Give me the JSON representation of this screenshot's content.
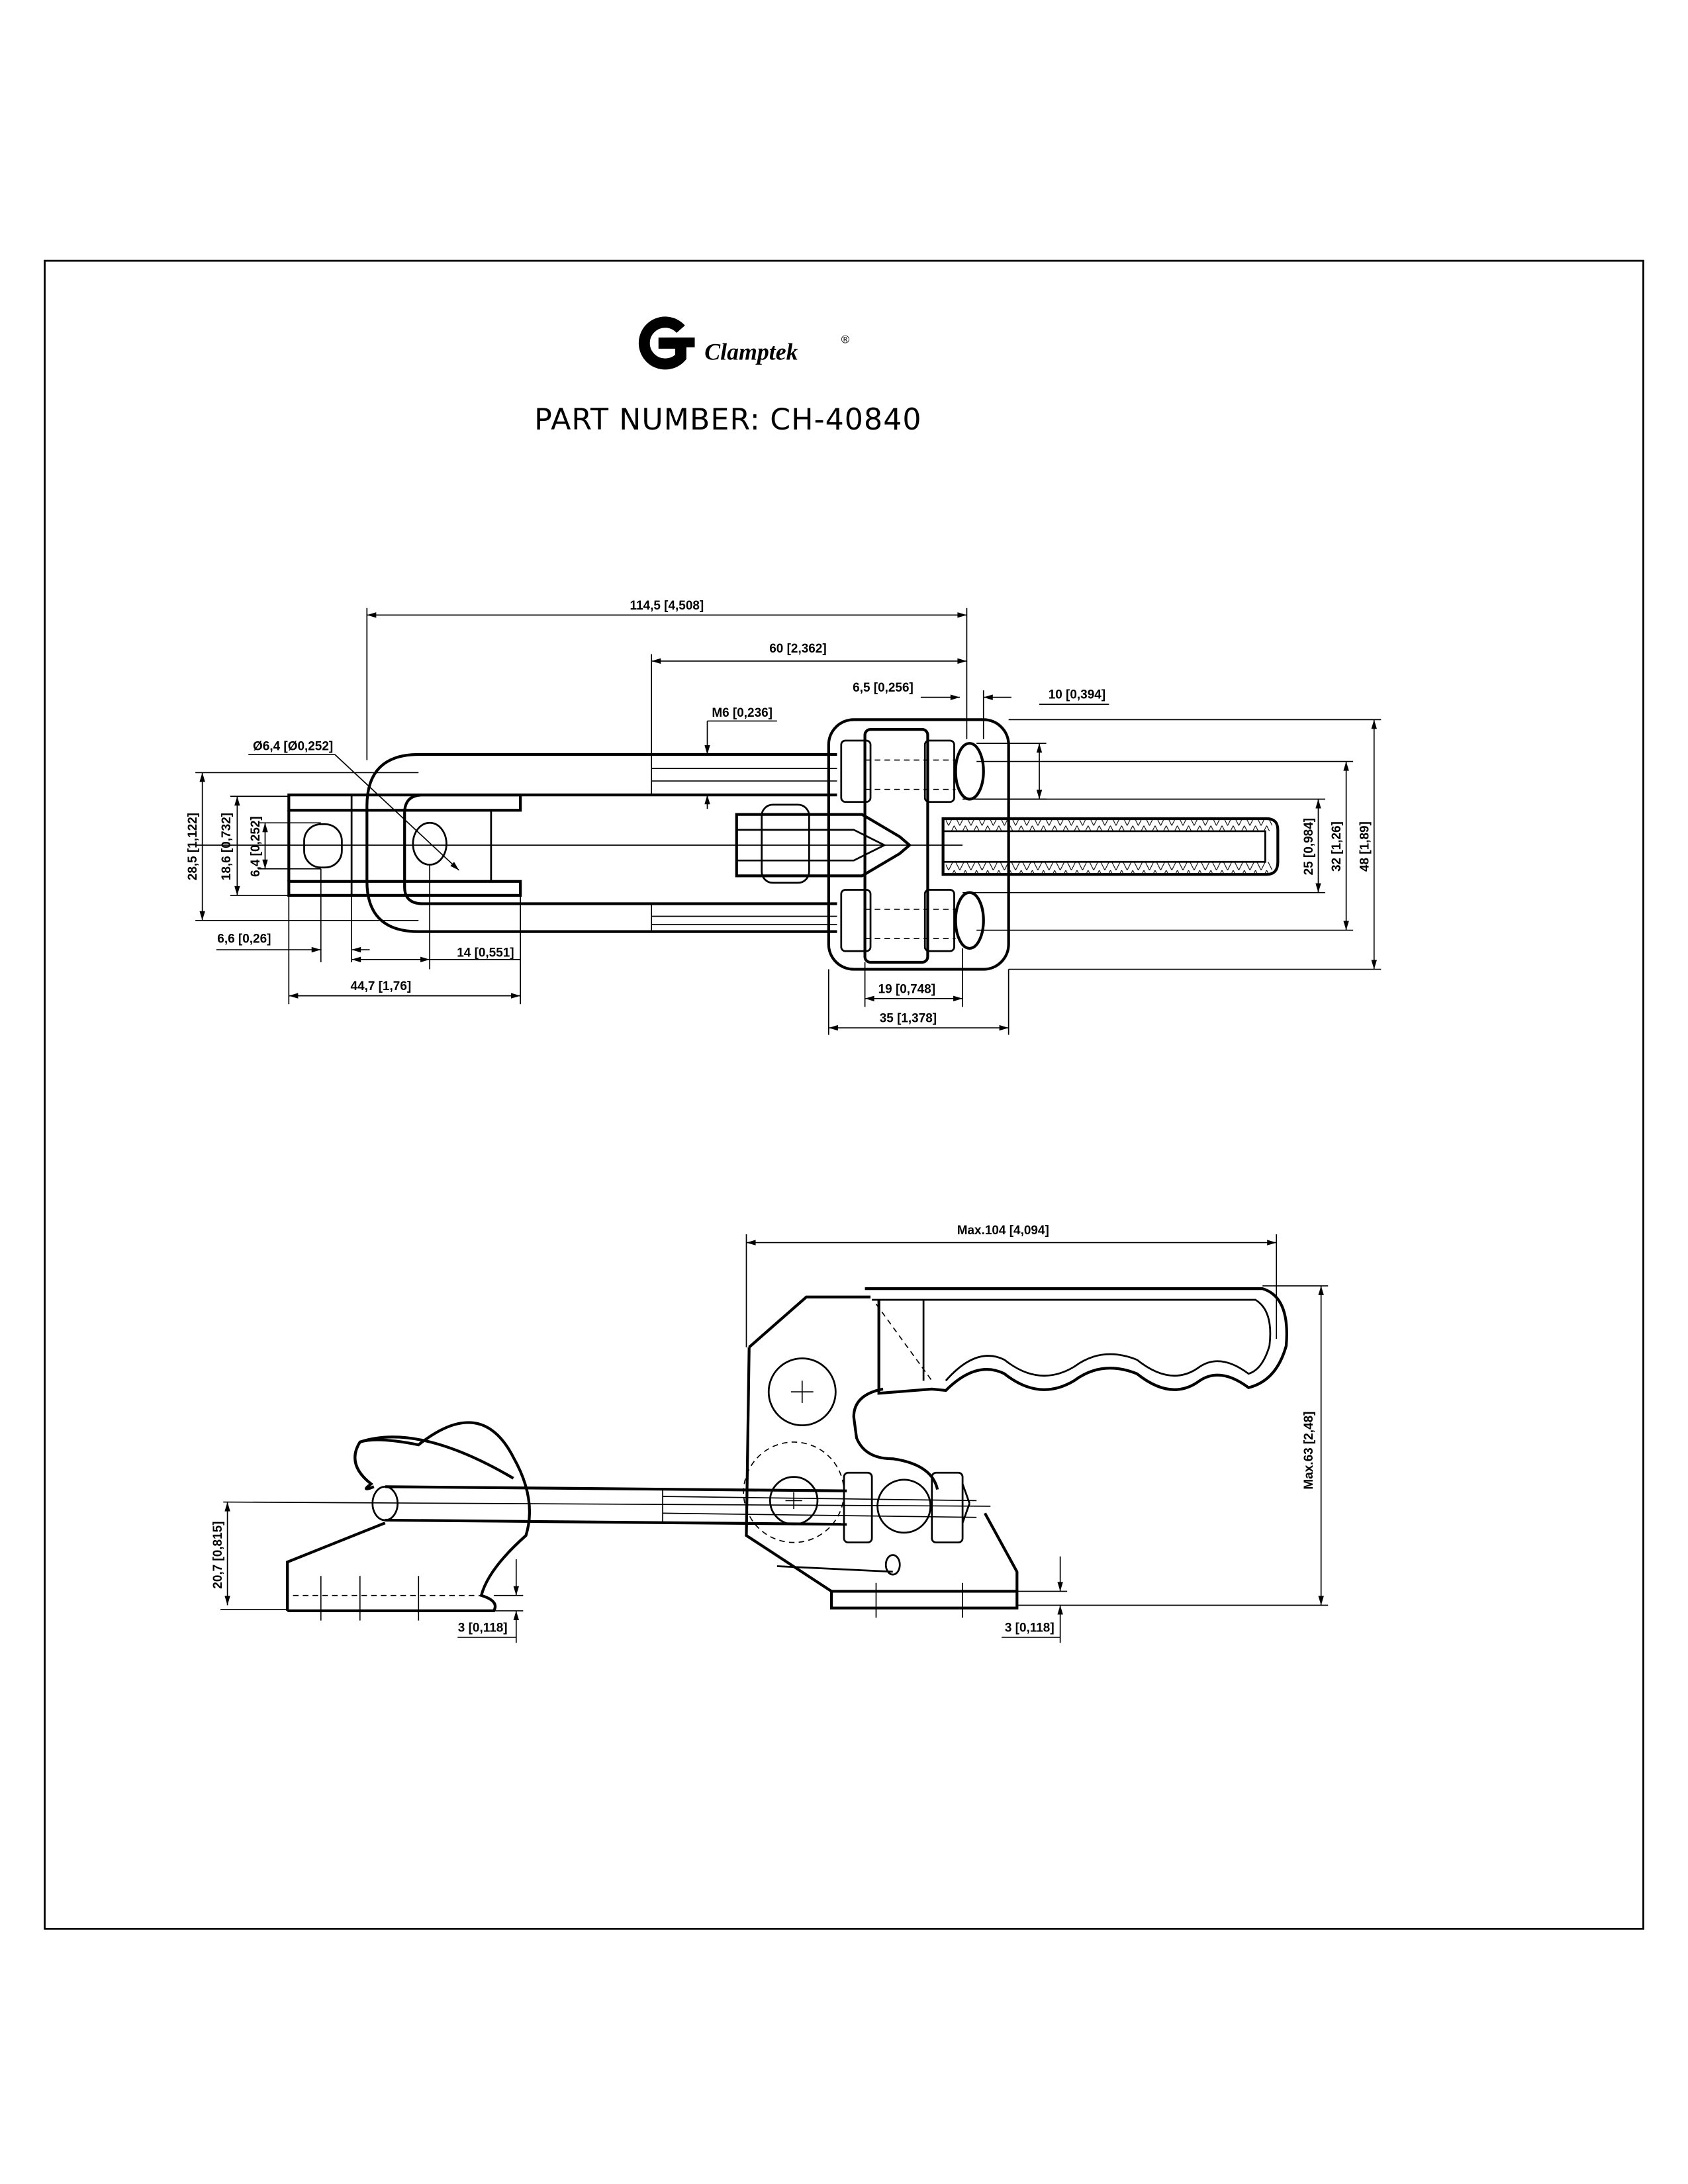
{
  "header": {
    "brand_name": "Clamptek",
    "registered_mark": "®",
    "part_number_label": "PART NUMBER:",
    "part_number": "CH-40840"
  },
  "top_view": {
    "dims": {
      "overall_length": "114,5 [4,508]",
      "rod_length": "60 [2,362]",
      "nut_offset": "6,5 [0,256]",
      "cap_width": "10 [0,394]",
      "thread": "M6 [0,236]",
      "hole_diameter": "Ø6,4 [Ø0,252]",
      "hook_height": "28,5 [1,122]",
      "hook_inner": "18,6 [0,732]",
      "slot_width": "6,4 [0,252]",
      "slot_offset": "6,6 [0,26]",
      "hole_offset": "14 [0,551]",
      "hook_length": "44,7 [1,76]",
      "nut_span": "19 [0,748]",
      "base_width": "35 [1,378]",
      "handle_width": "25 [0,984]",
      "rod_spacing": "32 [1,26]",
      "base_height": "48 [1,89]"
    }
  },
  "side_view": {
    "dims": {
      "max_length": "Max.104 [4,094]",
      "max_height": "Max.63 [2,48]",
      "hook_rod_height": "20,7 [0,815]",
      "hook_plate_thickness": "3 [0,118]",
      "base_plate_thickness": "3 [0,118]"
    }
  }
}
